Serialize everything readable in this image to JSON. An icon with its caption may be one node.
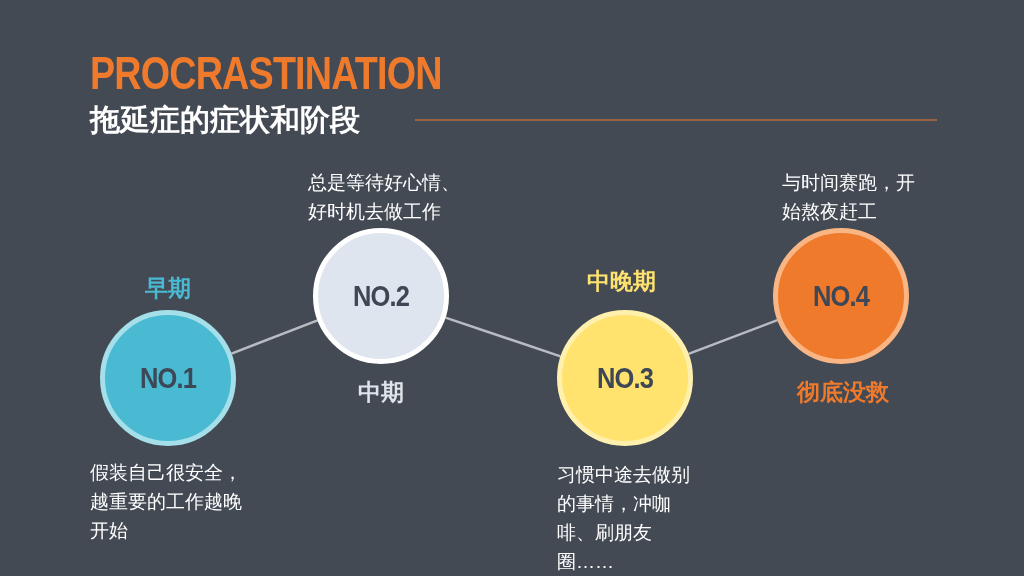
{
  "diagram": {
    "title": "PROCRASTINATION",
    "nodes": [
      {
        "text": [
          "NO.1"
        ],
        "beside": [
          "早期",
          "假装自己很安全，越重要的工作越晚开始"
        ]
      },
      {
        "text": [
          "NO.2"
        ],
        "beside": [
          "中期",
          "总是等待好心情、好时机去做工作"
        ]
      },
      {
        "text": [
          "NO.3"
        ],
        "beside": [
          "中晚期",
          "习惯中途去做别的事情，冲咖啡、刷朋友圈……"
        ]
      },
      {
        "text": [
          "NO.4"
        ],
        "beside": [
          "彻底没救",
          "与时间赛跑，开始熬夜赶工"
        ]
      }
    ],
    "edges": [
      {
        "from": 0,
        "to": 1,
        "arrow": "none"
      },
      {
        "from": 1,
        "to": 2,
        "arrow": "none"
      },
      {
        "from": 2,
        "to": 3,
        "arrow": "none"
      }
    ],
    "labels": [
      "拖延症的症状和阶段"
    ]
  }
}
